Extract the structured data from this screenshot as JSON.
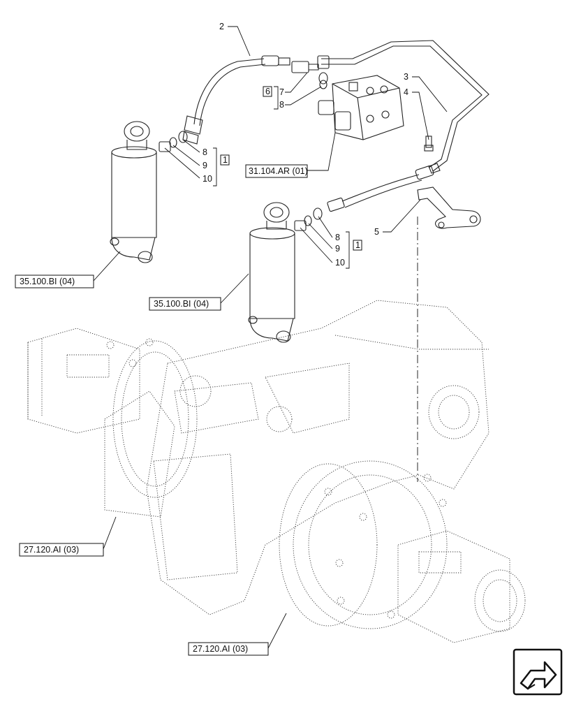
{
  "callouts": {
    "n2": "2",
    "n3": "3",
    "n4": "4",
    "n5": "5",
    "n7": "7",
    "n8_upper": "8",
    "n6": "6",
    "n8_a": "8",
    "n9_a": "9",
    "n10_a": "10",
    "n1_a": "1",
    "n8_b": "8",
    "n9_b": "9",
    "n10_b": "10",
    "n1_b": "1"
  },
  "references": {
    "valve": "31.104.AR (01)",
    "cylinder_left": "35.100.BI (04)",
    "cylinder_right": "35.100.BI (04)",
    "axle_left": "27.120.AI (03)",
    "axle_right": "27.120.AI (03)"
  },
  "icons": {
    "nav": "next-page-arrow-icon"
  }
}
